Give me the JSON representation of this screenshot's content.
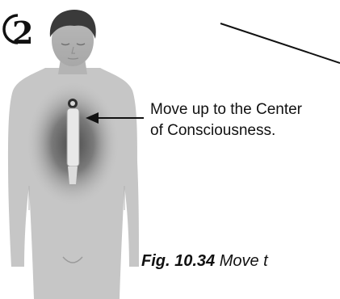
{
  "step": {
    "number": "2"
  },
  "callout": {
    "line1": "Move up to the Center",
    "line2": "of Consciousness."
  },
  "caption": {
    "label": "Fig. 10.34",
    "text": " Move t"
  },
  "colors": {
    "ink": "#111111",
    "body_gray": "#c4c4c4",
    "head_dark": "#3a3a3a",
    "glow": "#6a6a6a",
    "core": "#f0f0f0"
  }
}
